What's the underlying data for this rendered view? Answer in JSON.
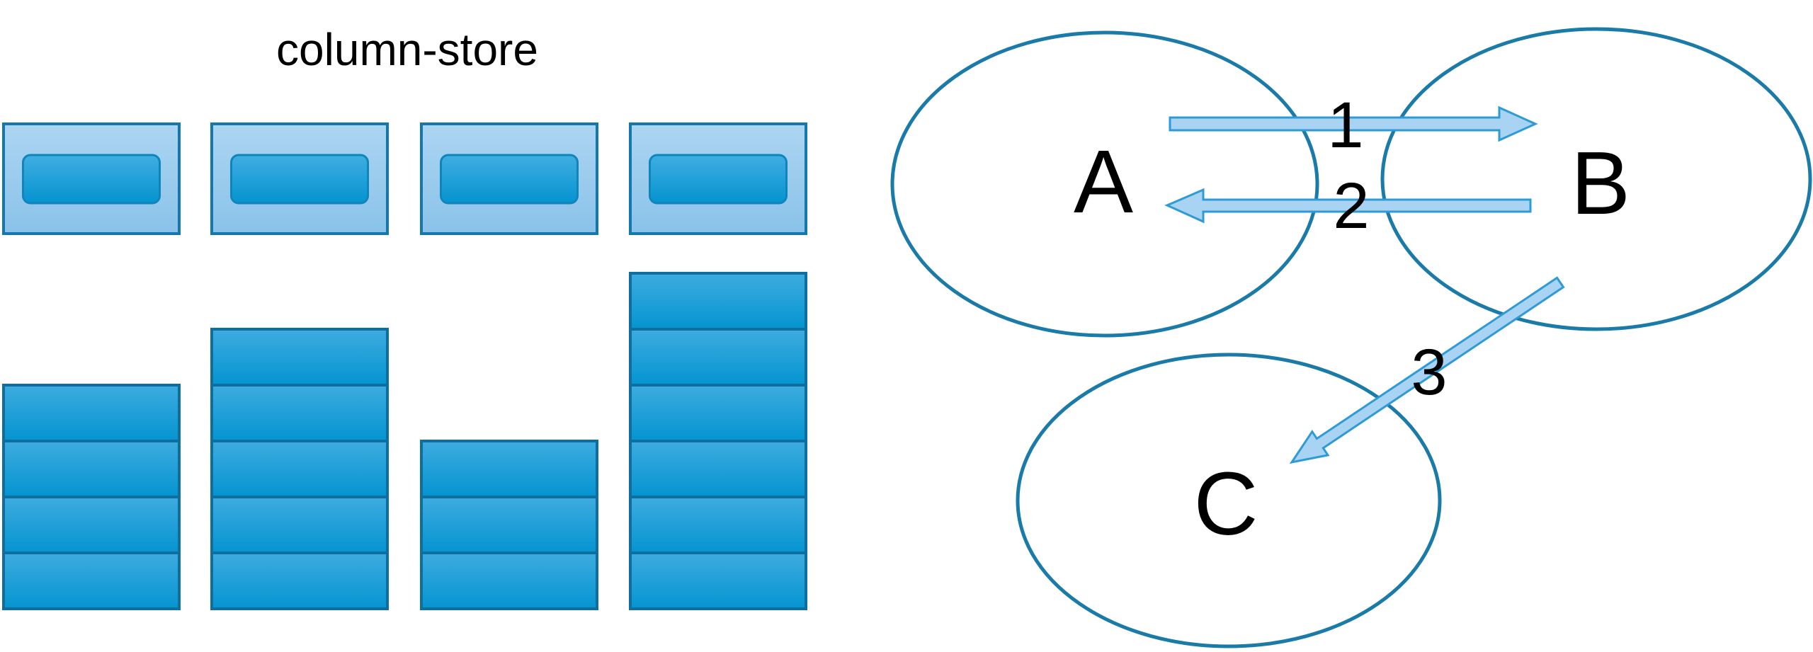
{
  "column_store": {
    "title": "column-store",
    "columns": [
      {
        "segments": 4
      },
      {
        "segments": 5
      },
      {
        "segments": 3
      },
      {
        "segments": 6
      }
    ]
  },
  "diagram": {
    "nodes": [
      {
        "label": "A"
      },
      {
        "label": "B"
      },
      {
        "label": "C"
      }
    ],
    "edges": [
      {
        "label": "1",
        "from": "A",
        "to": "B"
      },
      {
        "label": "2",
        "from": "B",
        "to": "A"
      },
      {
        "label": "3",
        "from": "B",
        "to": "C"
      }
    ]
  },
  "colors": {
    "canvas_bg": "#ffffff",
    "title_text": "#000000",
    "node_stroke": "#1a7ba9",
    "node_fill": "#ffffff",
    "arrow_fill": "#a8d3f2",
    "arrow_stroke": "#2e9bd6",
    "box_border": "#1478ad",
    "box_fill_top": "#acd5f2",
    "box_fill_bottom": "#8ac2e9",
    "pill_border": "#0e85bb",
    "pill_fill_top": "#3fade1",
    "pill_fill_bottom": "#0694d0",
    "segment_border": "#0f6e9d",
    "segment_fill_top": "#3cabdf",
    "segment_fill_bottom": "#0695d1",
    "label_text": "#000000"
  }
}
